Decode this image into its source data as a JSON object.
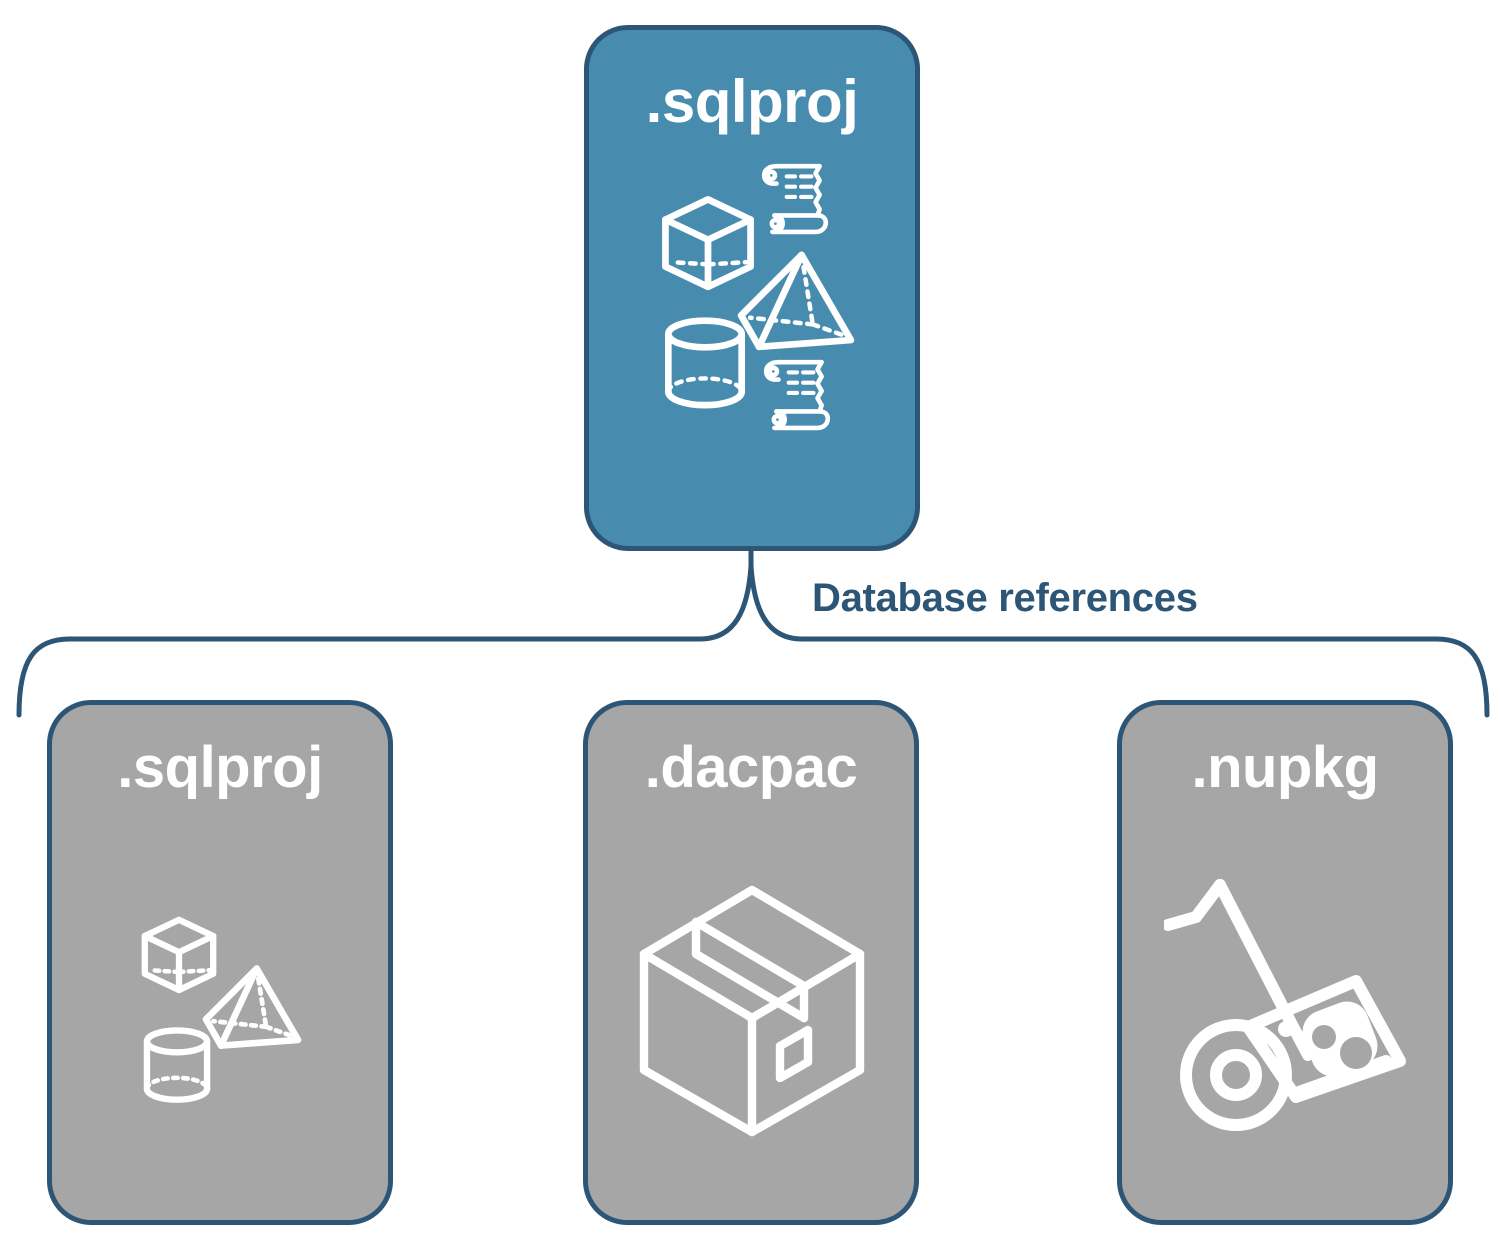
{
  "diagram": {
    "title": "Database references diagram",
    "colors": {
      "accent_blue": "#478CAF",
      "border_navy": "#2C5576",
      "card_grey": "#A6A6A6",
      "icon_white": "#FFFFFF",
      "background": "#FFFFFF"
    },
    "connector": {
      "label": "Database references",
      "type": "curly-brace",
      "from": "root-card",
      "to": [
        "sqlproj-card",
        "dacpac-card",
        "nupkg-card"
      ]
    },
    "root_card": {
      "id": "root-card",
      "title": ".sqlproj",
      "style": "blue",
      "icons": [
        "cube-icon",
        "pyramid-icon",
        "cylinder-icon",
        "scroll-icon",
        "scroll-icon"
      ]
    },
    "reference_cards": [
      {
        "id": "sqlproj-card",
        "title": ".sqlproj",
        "style": "grey",
        "icons": [
          "cube-icon",
          "pyramid-icon",
          "cylinder-icon"
        ]
      },
      {
        "id": "dacpac-card",
        "title": ".dacpac",
        "style": "grey",
        "icons": [
          "package-box-icon"
        ]
      },
      {
        "id": "nupkg-card",
        "title": ".nupkg",
        "style": "grey",
        "icons": [
          "nuget-hand-truck-icon"
        ]
      }
    ]
  }
}
